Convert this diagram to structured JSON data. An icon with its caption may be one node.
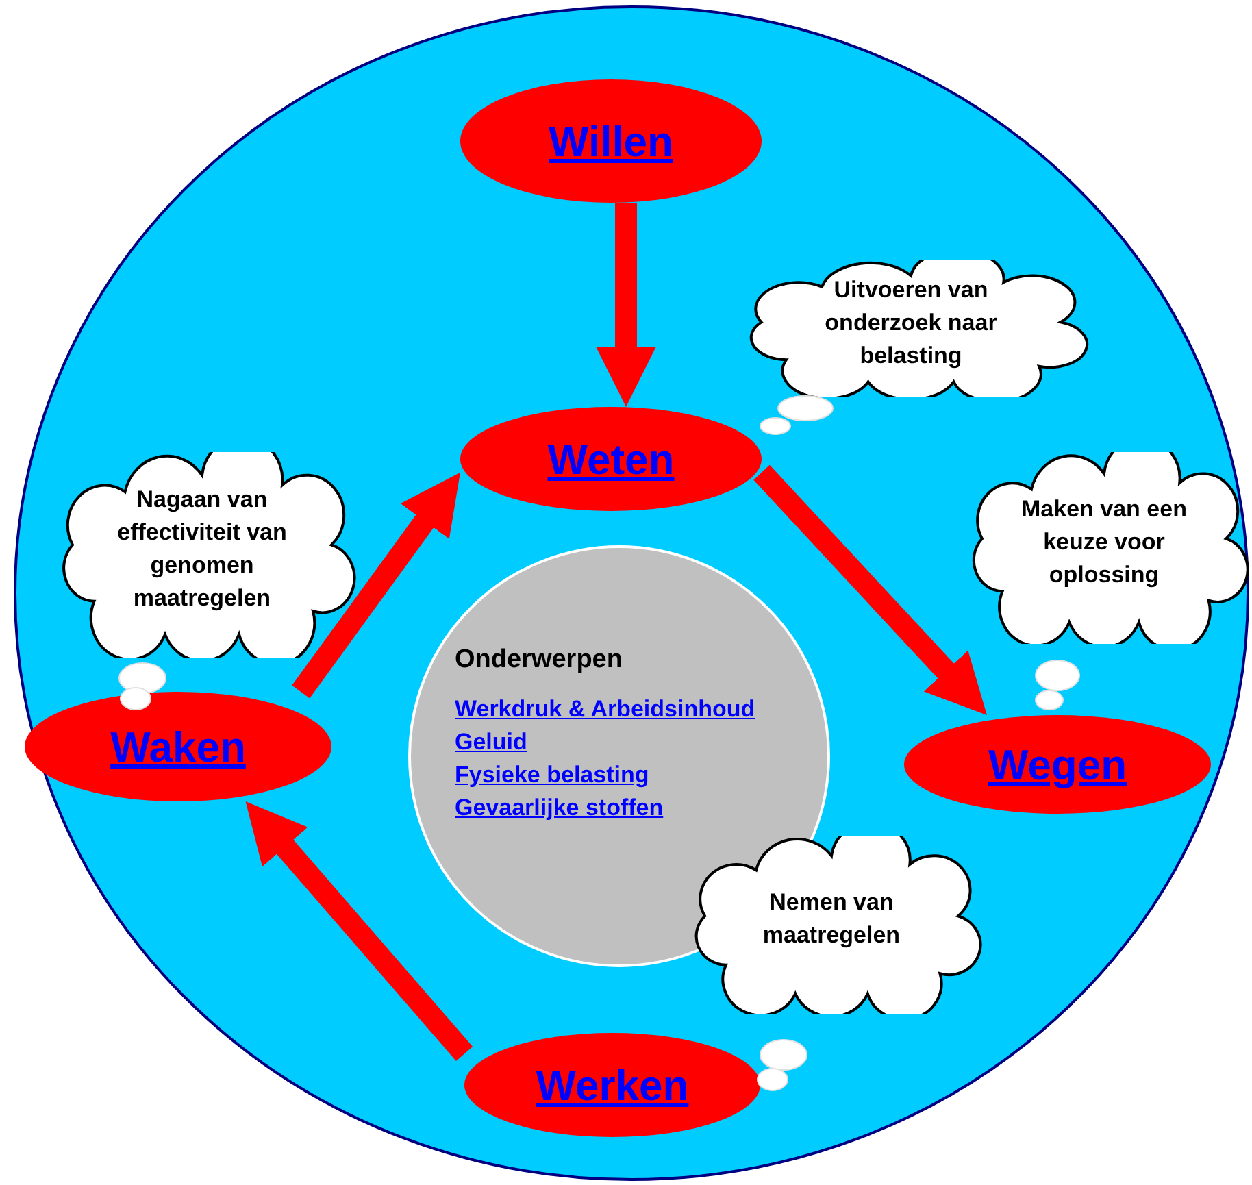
{
  "diagram": {
    "nodes": [
      {
        "text": [],
        "shape": "circle"
      },
      {
        "text": [
          "Willen"
        ],
        "in": 0
      },
      {
        "text": [
          "Weten"
        ],
        "in": 0
      },
      {
        "text": [
          "Wegen"
        ],
        "in": 0
      },
      {
        "text": [
          "Werken"
        ],
        "in": 0
      },
      {
        "text": [
          "Waken"
        ],
        "in": 0
      },
      {
        "text": [
          "Onderwerpen",
          "Werkdruk & Arbeidsinhoud",
          "Geluid",
          "Fysieke belasting",
          "Gevaarlijke stoffen"
        ],
        "in": 0
      },
      {
        "text": [
          "Uitvoeren van onderzoek naar belasting"
        ],
        "in": 0
      },
      {
        "text": [
          "Maken van een keuze voor oplossing"
        ],
        "in": 0
      },
      {
        "text": [
          "Nemen van maatregelen"
        ],
        "in": 0
      },
      {
        "text": [
          "Nagaan van effectiviteit van genomen maatregelen"
        ],
        "in": 0
      }
    ],
    "edges": [
      {
        "from": 1,
        "to": 2,
        "arrow": "to"
      },
      {
        "from": 2,
        "to": 3,
        "arrow": "to"
      },
      {
        "from": 4,
        "to": 5,
        "arrow": "to"
      },
      {
        "from": 5,
        "to": 2,
        "arrow": "to"
      }
    ]
  }
}
